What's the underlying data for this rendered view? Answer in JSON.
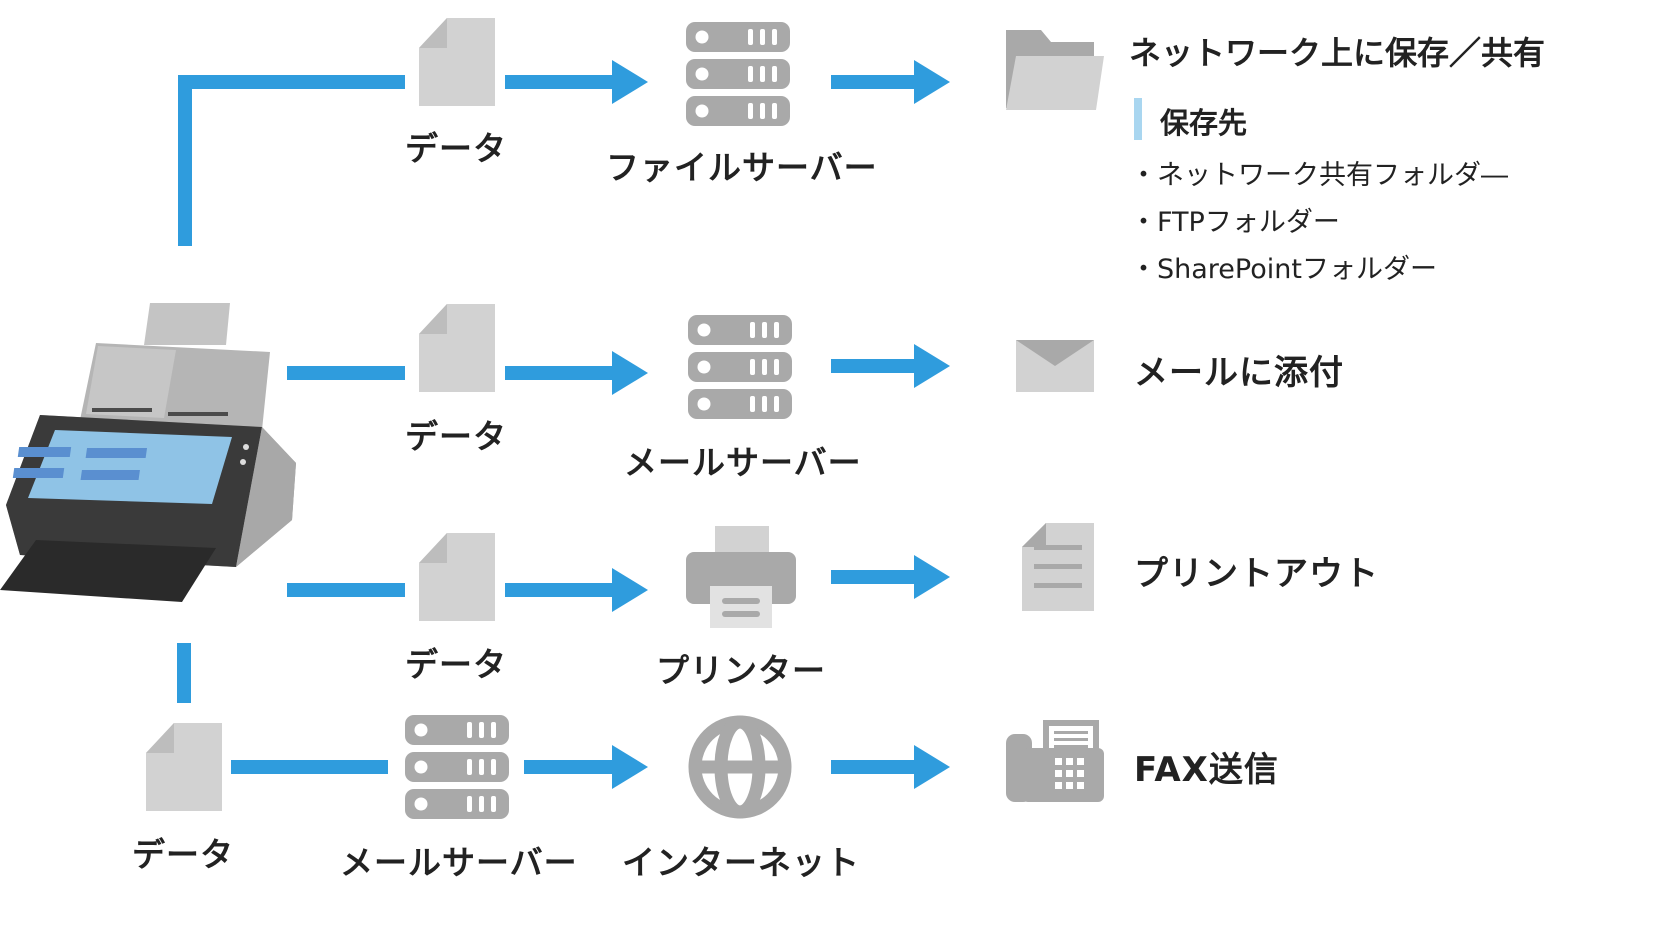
{
  "colors": {
    "line": "#2f9cdd",
    "icon": "#a9a9a9",
    "icon_light": "#d2d2d2",
    "text": "#222222",
    "accent_bar": "#a9d6f0"
  },
  "rows": [
    {
      "data_label": "データ",
      "server_label": "ファイルサーバー",
      "server_icon": "server-icon",
      "dest_icon": "folder-icon",
      "dest_label": "ネットワーク上に保存／共有"
    },
    {
      "data_label": "データ",
      "server_label": "メールサーバー",
      "server_icon": "server-icon",
      "dest_icon": "envelope-icon",
      "dest_label": "メールに添付"
    },
    {
      "data_label": "データ",
      "server_label": "プリンター",
      "server_icon": "printer-icon",
      "dest_icon": "printout-icon",
      "dest_label": "プリントアウト"
    },
    {
      "data_label": "データ",
      "mid_label": "メールサーバー",
      "mid_icon": "server-icon",
      "server_label": "インターネット",
      "server_icon": "globe-icon",
      "dest_icon": "fax-icon",
      "dest_label": "FAX送信"
    }
  ],
  "save_destinations": {
    "heading": "保存先",
    "items": [
      "ネットワーク共有フォルダ―",
      "FTPフォルダー",
      "SharePointフォルダー"
    ]
  },
  "source_icon": "scanner-icon"
}
